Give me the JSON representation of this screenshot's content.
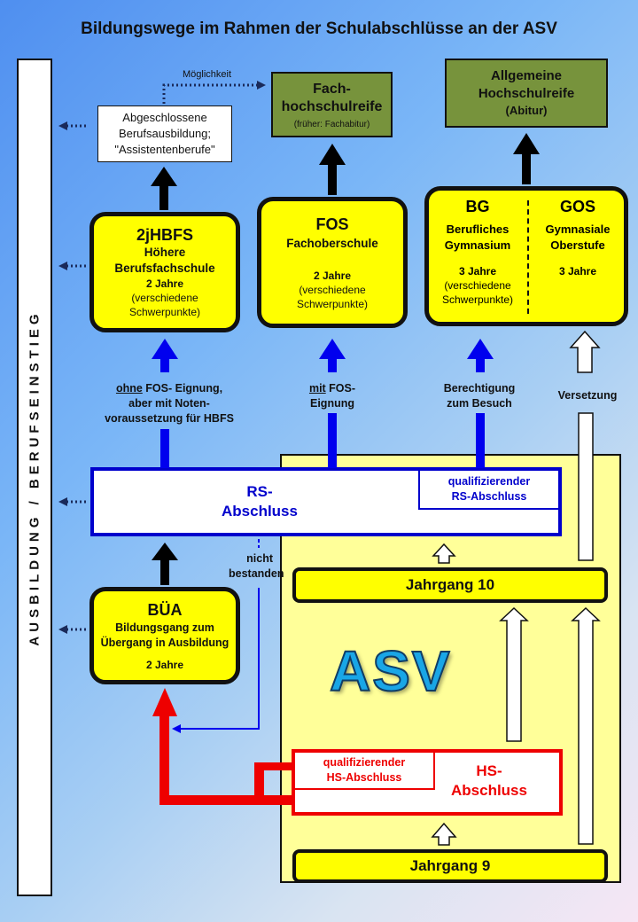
{
  "title": "Bildungswege im Rahmen der Schulabschlüsse an der ASV",
  "sidebar": {
    "label": "AUSBILDUNG / BERUFSEINSTIEG"
  },
  "top_row": {
    "berufsausbildung": {
      "lines": [
        "Abgeschlossene",
        "Berufsausbildung;",
        "\"Assistentenberufe\""
      ]
    },
    "moeglichkeit_label": "Möglichkeit",
    "fachhochschulreife": {
      "title_line1": "Fach-",
      "title_line2": "hochschulreife",
      "note": "(früher: Fachabitur)"
    },
    "hochschulreife": {
      "line1": "Allgemeine",
      "line2": "Hochschulreife",
      "line3": "(Abitur)"
    }
  },
  "schools": {
    "hbfs": {
      "abbr": "2jHBFS",
      "name_line1": "Höhere",
      "name_line2": "Berufsfachschule",
      "duration": "2 Jahre",
      "note_line1": "(verschiedene",
      "note_line2": "Schwerpunkte)"
    },
    "fos": {
      "abbr": "FOS",
      "name": "Fachoberschule",
      "duration": "2 Jahre",
      "note_line1": "(verschiedene",
      "note_line2": "Schwerpunkte)"
    },
    "bg": {
      "abbr": "BG",
      "name_line1": "Berufliches",
      "name_line2": "Gymnasium",
      "duration": "3 Jahre",
      "note_line1": "(verschiedene",
      "note_line2": "Schwerpunkte)"
    },
    "gos": {
      "abbr": "GOS",
      "name_line1": "Gymnasiale",
      "name_line2": "Oberstufe",
      "duration": "3 Jahre"
    }
  },
  "conditions": {
    "hbfs": {
      "underlined": "ohne",
      "rest_line1": " FOS- Eignung,",
      "line2": "aber mit Noten-",
      "line3": "voraussetzung für HBFS"
    },
    "fos": {
      "underlined": "mit",
      "rest_line1": " FOS-",
      "line2": "Eignung"
    },
    "bg": {
      "line1": "Berechtigung",
      "line2": "zum Besuch"
    },
    "gos": {
      "line1": "Versetzung"
    }
  },
  "rs": {
    "line1": "RS-",
    "line2": "Abschluss",
    "qual_line1": "qualifizierender",
    "qual_line2": "RS-Abschluss"
  },
  "nicht_bestanden": {
    "line1": "nicht",
    "line2": "bestanden"
  },
  "bua": {
    "abbr": "BÜA",
    "line1": "Bildungsgang zum",
    "line2": "Übergang in Ausbildung",
    "duration": "2 Jahre"
  },
  "asv_logo": "ASV",
  "jahrgang10": "Jahrgang 10",
  "jahrgang9": "Jahrgang 9",
  "hs": {
    "line1": "HS-",
    "line2": "Abschluss",
    "qual_line1": "qualifizierender",
    "qual_line2": "HS-Abschluss"
  },
  "colors": {
    "blue_path": "#0000ee",
    "red_path": "#ee0000",
    "green_box": "#77933c",
    "yellow_box": "#ffff00",
    "asv_area": "#ffff99"
  }
}
